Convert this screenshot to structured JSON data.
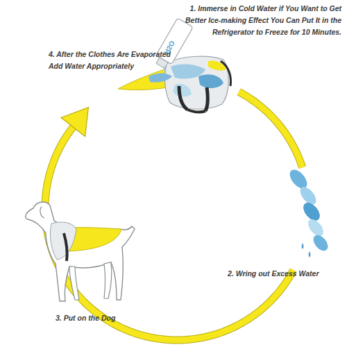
{
  "diagram": {
    "labels": [
      "H2O",
      "1. Immerse in Cold Water if You Want to Get Better Ice-making Effect You Can Put It in the Refrigerator to Freeze for 10 Minutes.",
      "4. After the Clothes Are Evaporated Add Water Appropriately",
      "2. Wring out Excess Water",
      "3. Put on the Dog"
    ]
  }
}
